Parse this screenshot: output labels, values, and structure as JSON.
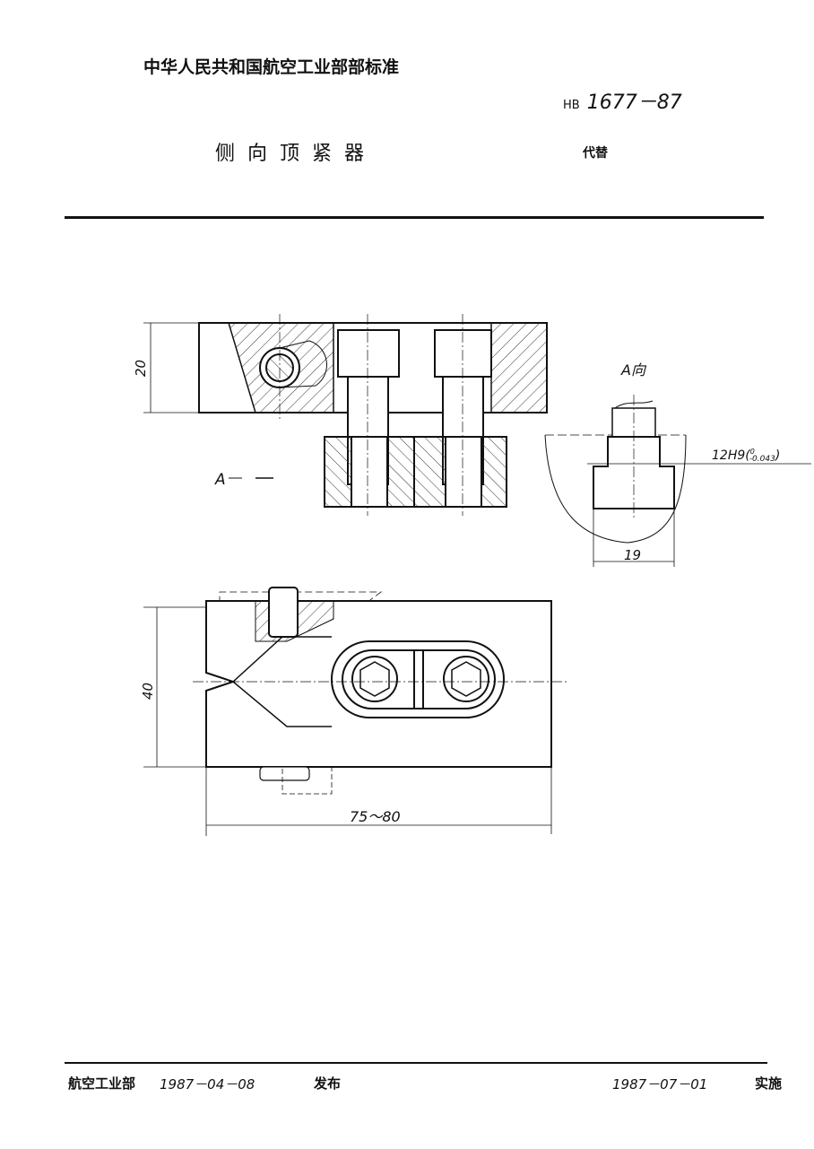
{
  "header": {
    "org": "中华人民共和国航空工业部部标准",
    "code_prefix": "HB",
    "code": "1677－87",
    "title": "侧向顶紧器",
    "replaces": "代替"
  },
  "drawing": {
    "dim_height_top": "20",
    "view_arrow": "A",
    "view_label": "A向",
    "tolerance_label": "12H9(",
    "tolerance_upper": "0",
    "tolerance_lower": "-0.043",
    "tolerance_close": ")",
    "dim_width_side": "19",
    "dim_height_plan": "40",
    "dim_length_plan": "75～80"
  },
  "footer": {
    "issuer": "航空工业部",
    "issue_date": "1987－04－08",
    "issue_word": "发布",
    "effective_date": "1987－07－01",
    "effective_word": "实施"
  }
}
